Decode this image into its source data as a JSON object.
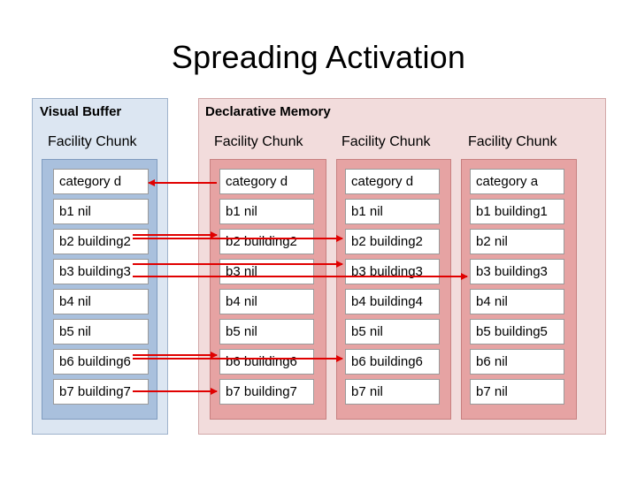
{
  "title": "Spreading Activation",
  "visual_buffer": {
    "label": "Visual Buffer",
    "chunk": {
      "label": "Facility Chunk",
      "slots": [
        "category d",
        "b1 nil",
        "b2 building2",
        "b3 building3",
        "b4 nil",
        "b5 nil",
        "b6 building6",
        "b7 building7"
      ]
    }
  },
  "declarative_memory": {
    "label": "Declarative Memory",
    "chunks": [
      {
        "label": "Facility Chunk",
        "slots": [
          "category d",
          "b1 nil",
          "b2 building2",
          "b3 nil",
          "b4 nil",
          "b5 nil",
          "b6 building6",
          "b7 building7"
        ]
      },
      {
        "label": "Facility Chunk",
        "slots": [
          "category d",
          "b1 nil",
          "b2 building2",
          "b3 building3",
          "b4 building4",
          "b5 nil",
          "b6 building6",
          "b7 nil"
        ]
      },
      {
        "label": "Facility Chunk",
        "slots": [
          "category a",
          "b1 building1",
          "b2 nil",
          "b3 building3",
          "b4 nil",
          "b5 building5",
          "b6 nil",
          "b7 nil"
        ]
      }
    ]
  },
  "colors": {
    "arrow": "#e00000"
  }
}
